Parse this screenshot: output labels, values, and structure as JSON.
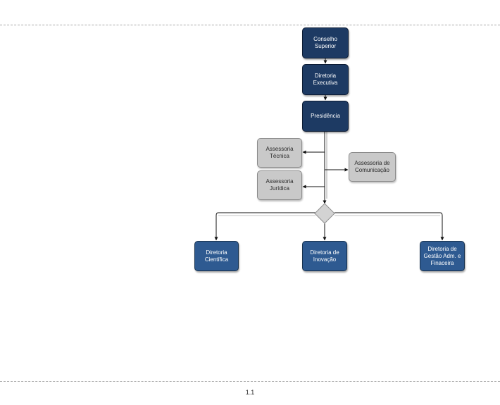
{
  "page_number": "1.1",
  "colors": {
    "dark_node": "#1d3a63",
    "directorate_node": "#2e5a91",
    "advisory_node": "#c9c9c9",
    "decision_diamond": "#d3d3d3"
  },
  "nodes": {
    "conselho_superior": "Conselho Superior",
    "diretoria_executiva": "Diretoria Executiva",
    "presidencia": "Presidência",
    "assessoria_tecnica": "Assessoria Técnica",
    "assessoria_comunicacao": "Assessoria de Comunicação",
    "assessoria_juridica": "Assessoria Jurídica",
    "diretoria_cientifica": "Diretoria Científica",
    "diretoria_inovacao": "Diretoria de Inovação",
    "diretoria_gestao": "Diretoria de Gestão Adm. e Finaceira"
  }
}
